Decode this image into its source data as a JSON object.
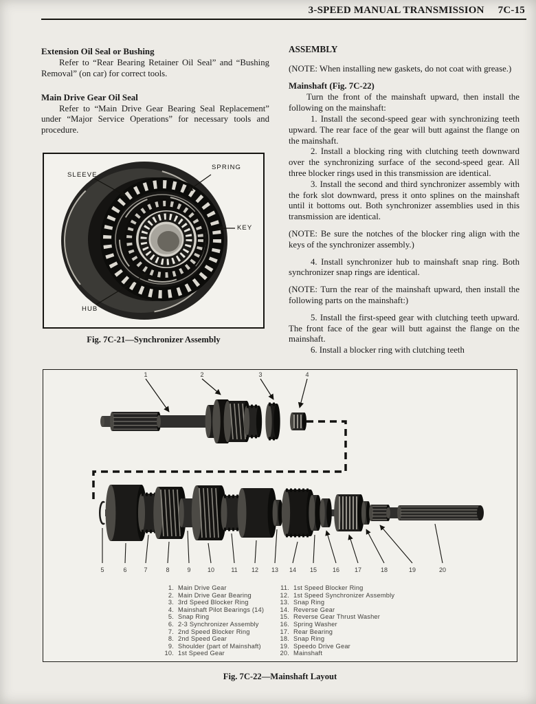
{
  "header": {
    "title": "3-SPEED MANUAL TRANSMISSION",
    "page_number": "7C-15"
  },
  "left_column": {
    "sections": [
      {
        "heading": "Extension Oil Seal or Bushing",
        "body": "Refer to “Rear Bearing Retainer Oil Seal” and “Bushing Removal” (on car) for correct tools."
      },
      {
        "heading": "Main Drive Gear Oil Seal",
        "body": "Refer to “Main Drive Gear Bearing Seal Replacement” under “Major Service Operations” for necessary tools and procedure."
      }
    ]
  },
  "right_column": {
    "blocks": [
      {
        "style": "heading",
        "text": "ASSEMBLY"
      },
      {
        "style": "note",
        "text": "(NOTE: When installing new gaskets, do not coat with grease.)"
      },
      {
        "style": "subheading",
        "text": "Mainshaft (Fig. 7C-22)"
      },
      {
        "style": "body",
        "text": "Turn the front of the mainshaft upward, then install the following on the mainshaft:"
      },
      {
        "style": "step",
        "text": "1. Install the second-speed gear with synchronizing teeth upward. The rear face of the gear will butt against the flange on the mainshaft."
      },
      {
        "style": "step",
        "text": "2. Install a blocking ring with clutching teeth downward over the synchronizing surface of the second-speed gear. All three blocker rings used in this transmission are identical."
      },
      {
        "style": "step",
        "text": "3. Install the second and third synchronizer assembly with the fork slot downward, press it onto splines on the mainshaft until it bottoms out. Both synchronizer assemblies used in this transmission are identical."
      },
      {
        "style": "note",
        "text": "(NOTE: Be sure the notches of the blocker ring align with the keys of the synchronizer assembly.)"
      },
      {
        "style": "step",
        "text": "4. Install synchronizer hub to mainshaft snap ring. Both synchronizer snap rings are identical."
      },
      {
        "style": "note",
        "text": "(NOTE: Turn the rear of the mainshaft upward, then install the following parts on the mainshaft:)"
      },
      {
        "style": "step",
        "text": "5. Install the first-speed gear with clutching teeth upward. The front face of the gear will butt against the flange on the mainshaft."
      },
      {
        "style": "step",
        "text": "6. Install a blocker ring with clutching teeth"
      }
    ]
  },
  "figure_21": {
    "caption": "Fig. 7C-21—Synchronizer Assembly",
    "labels": {
      "sleeve": "SLEEVE",
      "spring": "SPRING",
      "key": "KEY",
      "hub": "HUB"
    }
  },
  "figure_22": {
    "caption": "Fig. 7C-22—Mainshaft Layout",
    "callouts_top": [
      "1",
      "2",
      "3",
      "4"
    ],
    "callouts_bottom": [
      "5",
      "6",
      "7",
      "8",
      "9",
      "10",
      "11",
      "12",
      "13",
      "14",
      "15",
      "16",
      "17",
      "18",
      "19",
      "20"
    ],
    "parts_left": [
      {
        "no": "1.",
        "name": "Main Drive Gear"
      },
      {
        "no": "2.",
        "name": "Main Drive Gear Bearing"
      },
      {
        "no": "3.",
        "name": "3rd Speed Blocker Ring"
      },
      {
        "no": "4.",
        "name": "Mainshaft Pilot Bearings (14)"
      },
      {
        "no": "5.",
        "name": "Snap Ring"
      },
      {
        "no": "6.",
        "name": "2-3 Synchronizer Assembly"
      },
      {
        "no": "7.",
        "name": "2nd Speed Blocker Ring"
      },
      {
        "no": "8.",
        "name": "2nd Speed Gear"
      },
      {
        "no": "9.",
        "name": "Shoulder (part of Mainshaft)"
      },
      {
        "no": "10.",
        "name": "1st Speed Gear"
      }
    ],
    "parts_right": [
      {
        "no": "11.",
        "name": "1st Speed Blocker Ring"
      },
      {
        "no": "12.",
        "name": "1st Speed Synchronizer Assembly"
      },
      {
        "no": "13.",
        "name": "Snap Ring"
      },
      {
        "no": "14.",
        "name": "Reverse Gear"
      },
      {
        "no": "15.",
        "name": "Reverse Gear Thrust Washer"
      },
      {
        "no": "16.",
        "name": "Spring Washer"
      },
      {
        "no": "17.",
        "name": "Rear Bearing"
      },
      {
        "no": "18.",
        "name": "Snap Ring"
      },
      {
        "no": "19.",
        "name": "Speedo Drive Gear"
      },
      {
        "no": "20.",
        "name": "Mainshaft"
      }
    ]
  },
  "colors": {
    "paper": "#edebe6",
    "ink": "#1a1a1a"
  }
}
